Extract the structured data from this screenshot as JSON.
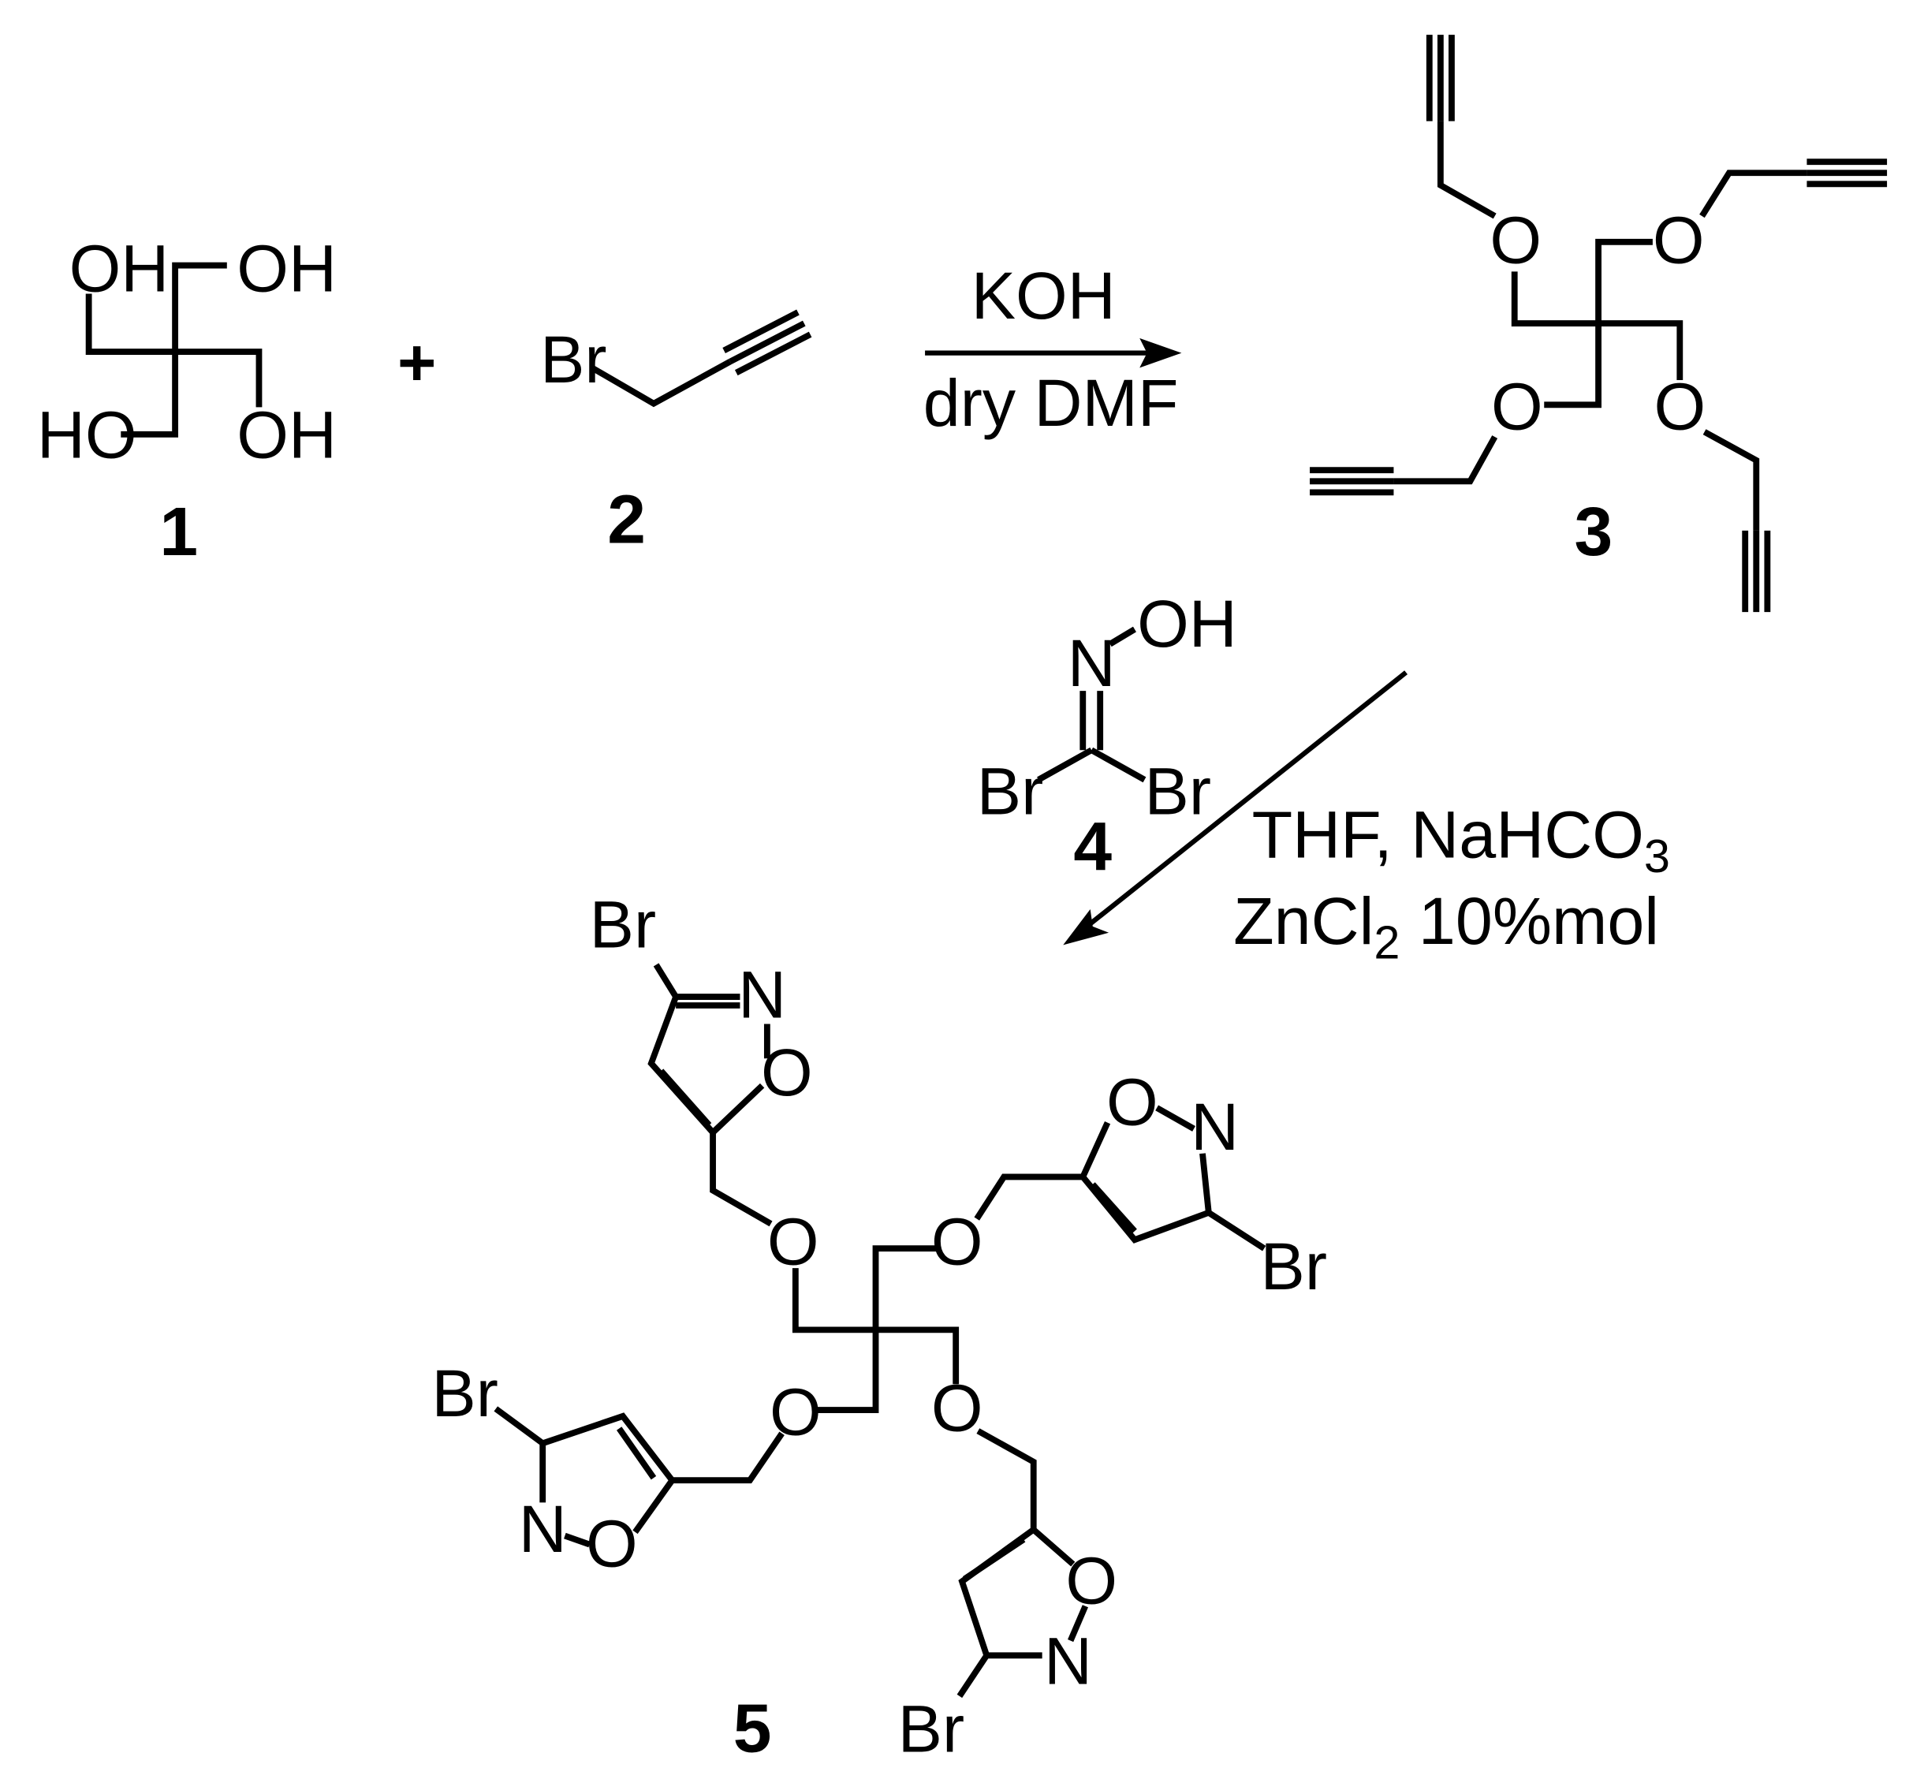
{
  "compounds": [
    {
      "number": "1",
      "atoms": [
        "OH",
        "OH",
        "HO",
        "OH"
      ]
    },
    {
      "number": "2",
      "atoms": [
        "Br"
      ]
    },
    {
      "number": "3",
      "atoms": [
        "O",
        "O",
        "O",
        "O"
      ]
    },
    {
      "number": "4",
      "atoms": [
        "OH",
        "N",
        "Br",
        "Br"
      ]
    },
    {
      "number": "5",
      "atoms": [
        "Br",
        "N",
        "O",
        "O",
        "O",
        "N",
        "Br",
        "O",
        "O",
        "Br",
        "N",
        "O",
        "O",
        "O",
        "N",
        "Br"
      ]
    }
  ],
  "plus_sign": "+",
  "step1": {
    "above": "KOH",
    "below": "dry DMF"
  },
  "step2": {
    "line1": "THF, NaHCO",
    "line1_sub": "3",
    "line2": "ZnCl",
    "line2_sub": "2",
    "line2_rest": " 10%mol"
  }
}
